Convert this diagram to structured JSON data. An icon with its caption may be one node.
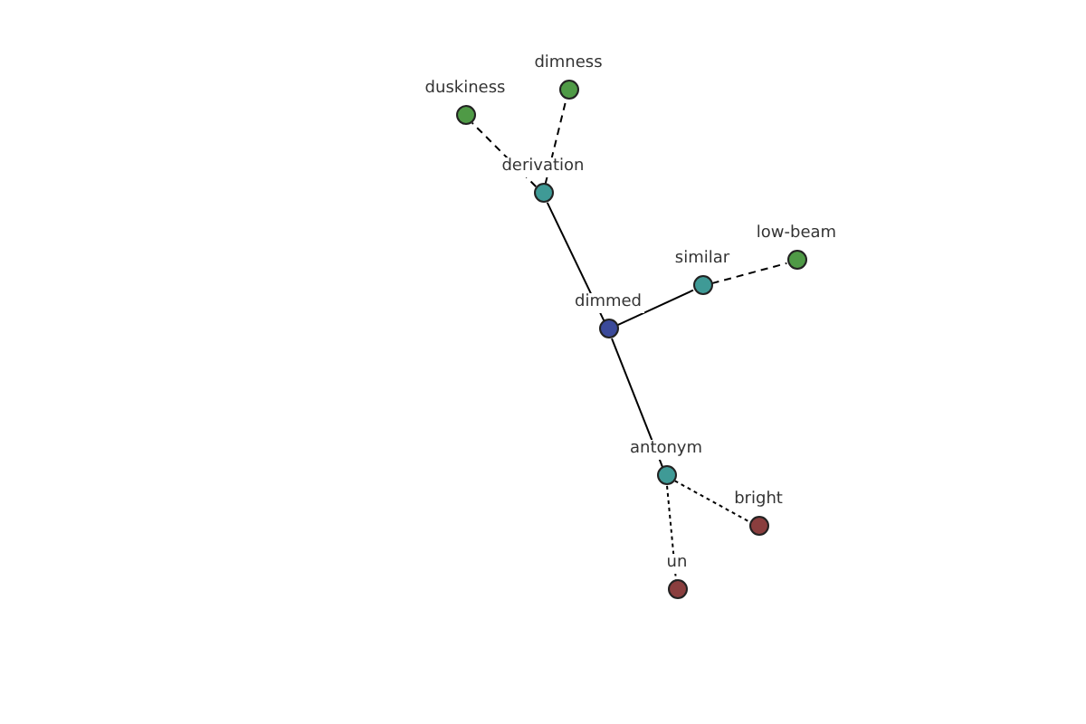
{
  "diagram": {
    "nodes": [
      {
        "text": [
          "dimmed"
        ]
      },
      {
        "text": [
          "derivation"
        ]
      },
      {
        "text": [
          "duskiness"
        ]
      },
      {
        "text": [
          "dimness"
        ]
      },
      {
        "text": [
          "similar"
        ]
      },
      {
        "text": [
          "low-beam"
        ]
      },
      {
        "text": [
          "antonym"
        ]
      },
      {
        "text": [
          "bright"
        ]
      },
      {
        "text": [
          "un"
        ]
      }
    ],
    "edges": [
      {
        "from": 0,
        "to": 1,
        "arrow": "none"
      },
      {
        "from": 1,
        "to": 2,
        "arrow": "none",
        "style": "dashed"
      },
      {
        "from": 1,
        "to": 3,
        "arrow": "none",
        "style": "dashed"
      },
      {
        "from": 0,
        "to": 4,
        "arrow": "none"
      },
      {
        "from": 4,
        "to": 5,
        "arrow": "none",
        "style": "dashed"
      },
      {
        "from": 0,
        "to": 6,
        "arrow": "none"
      },
      {
        "from": 6,
        "to": 7,
        "arrow": "none",
        "style": "dashed"
      },
      {
        "from": 6,
        "to": 8,
        "arrow": "none",
        "style": "dashed"
      }
    ]
  }
}
